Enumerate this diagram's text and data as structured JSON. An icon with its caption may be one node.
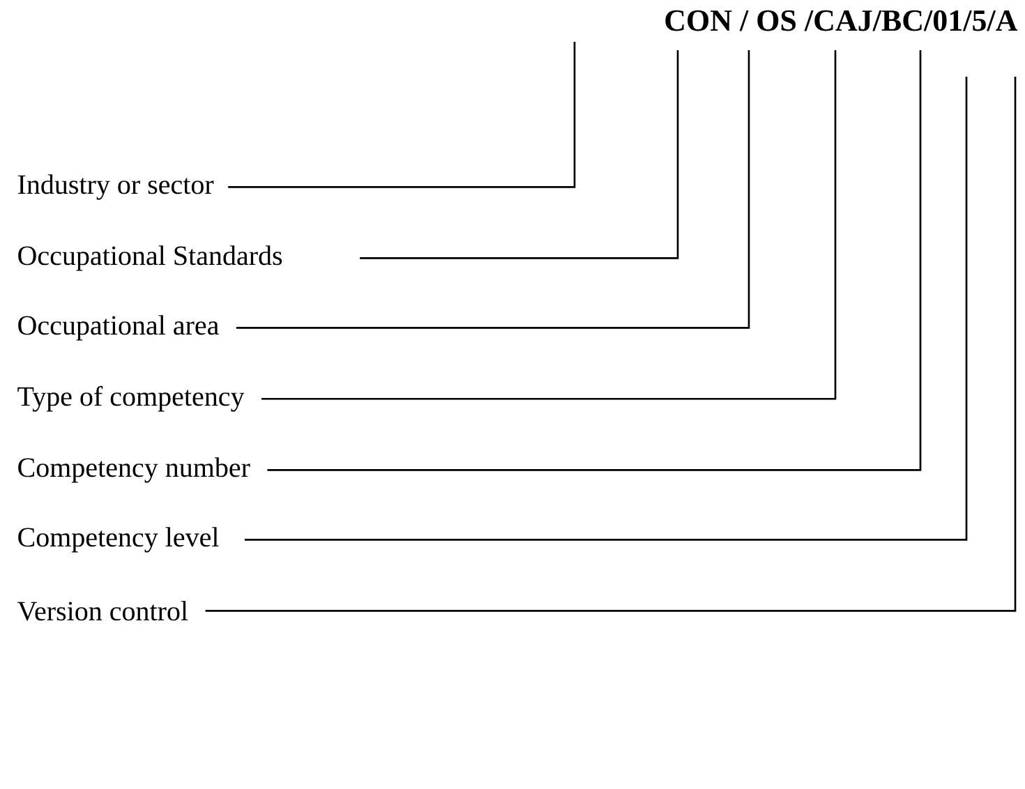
{
  "diagram": {
    "title": "CON / OS /CAJ/BC/01/5/A",
    "nodes": [
      {
        "text": [
          "Industry or sector"
        ]
      },
      {
        "text": [
          "Occupational Standards"
        ]
      },
      {
        "text": [
          "Occupational area"
        ]
      },
      {
        "text": [
          "Type of competency"
        ]
      },
      {
        "text": [
          "Competency number"
        ]
      },
      {
        "text": [
          "Competency level"
        ]
      },
      {
        "text": [
          "Version control"
        ]
      }
    ],
    "edges": [
      {
        "from": 0,
        "to": null,
        "arrow": "none"
      },
      {
        "from": 1,
        "to": null,
        "arrow": "none"
      },
      {
        "from": 2,
        "to": null,
        "arrow": "none"
      },
      {
        "from": 3,
        "to": null,
        "arrow": "none"
      },
      {
        "from": 4,
        "to": null,
        "arrow": "none"
      },
      {
        "from": 5,
        "to": null,
        "arrow": "none"
      },
      {
        "from": 6,
        "to": null,
        "arrow": "none"
      }
    ]
  }
}
